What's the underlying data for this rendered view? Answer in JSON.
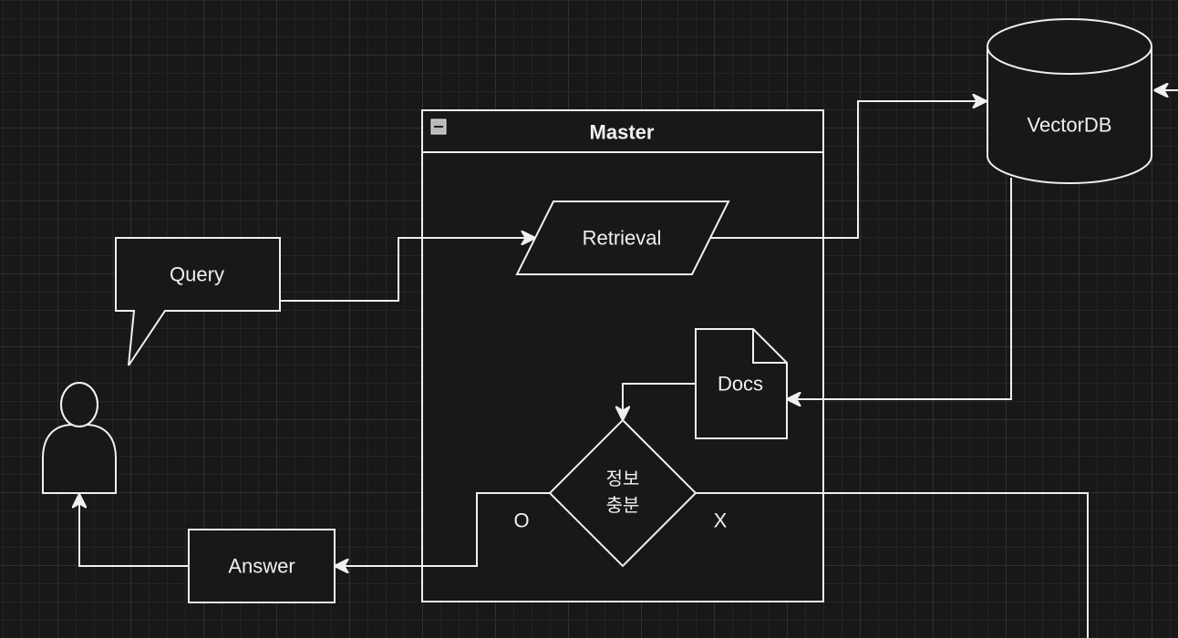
{
  "diagram": {
    "nodes": {
      "master": {
        "title": "Master"
      },
      "query": {
        "label": "Query"
      },
      "retrieval": {
        "label": "Retrieval"
      },
      "vectordb": {
        "label": "VectorDB"
      },
      "docs": {
        "label": "Docs"
      },
      "decision": {
        "line1": "정보",
        "line2": "충분"
      },
      "answer": {
        "label": "Answer"
      },
      "user": {
        "label": ""
      }
    },
    "edge_labels": {
      "yes": "O",
      "no": "X"
    }
  },
  "colors": {
    "background": "#181818",
    "stroke": "#f0f0f0",
    "text": "#f0f0f0"
  },
  "icons": [
    "collapse-icon",
    "user-actor-icon",
    "arrow-icon"
  ]
}
